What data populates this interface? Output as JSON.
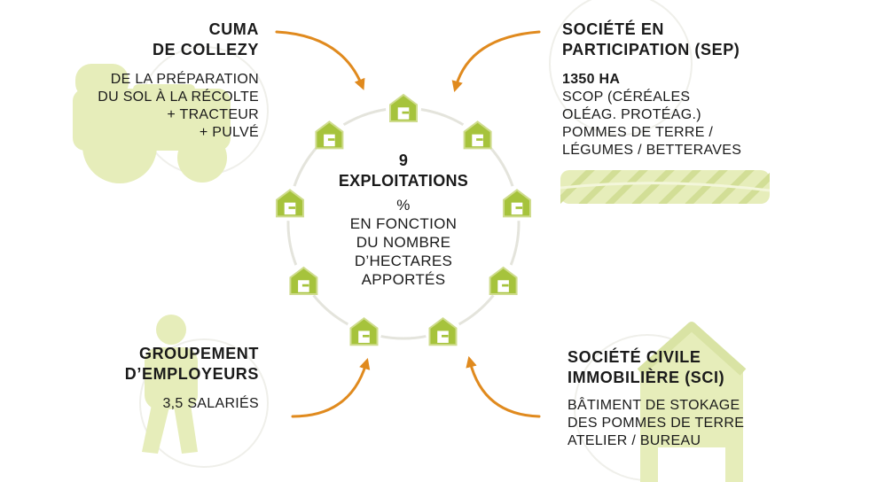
{
  "colors": {
    "accent_green": "#a6c33c",
    "light_green": "#e6edba",
    "arrow_orange": "#e08a1e",
    "ring_gray": "#e4e4dc"
  },
  "icons": [
    "tractor-icon",
    "field-icon",
    "person-icon",
    "barn-icon",
    "farm-house-icon",
    "curved-arrow-icon"
  ],
  "cuma": {
    "title_lines": [
      "CUMA",
      "DE COLLEZY"
    ],
    "desc_lines": [
      "DE LA PRÉPARATION",
      "DU SOL À LA RÉCOLTE",
      "+ TRACTEUR",
      "+ PULVÉ"
    ]
  },
  "sep": {
    "title_lines": [
      "SOCIÉTÉ EN",
      "PARTICIPATION (SEP)"
    ],
    "area": "1350 HA",
    "desc_lines": [
      "SCOP (CÉRÉALES",
      "OLÉAG. PROTÉAG.)",
      "POMMES DE TERRE /",
      "LÉGUMES / BETTERAVES"
    ]
  },
  "center": {
    "count": "9",
    "label": "EXPLOITATIONS",
    "percent": "%",
    "desc_lines": [
      "EN FONCTION",
      "DU NOMBRE",
      "D’HECTARES",
      "APPORTÉS"
    ]
  },
  "groupement": {
    "title_lines": [
      "GROUPEMENT",
      "D’EMPLOYEURS"
    ],
    "desc": "3,5 SALARIÉS"
  },
  "sci": {
    "title_lines": [
      "SOCIÉTÉ CIVILE",
      "IMMOBILIÈRE (SCI)"
    ],
    "desc_lines": [
      "BÂTIMENT DE STOKAGE",
      "DES POMMES DE TERRE",
      "ATELIER / BUREAU"
    ]
  }
}
